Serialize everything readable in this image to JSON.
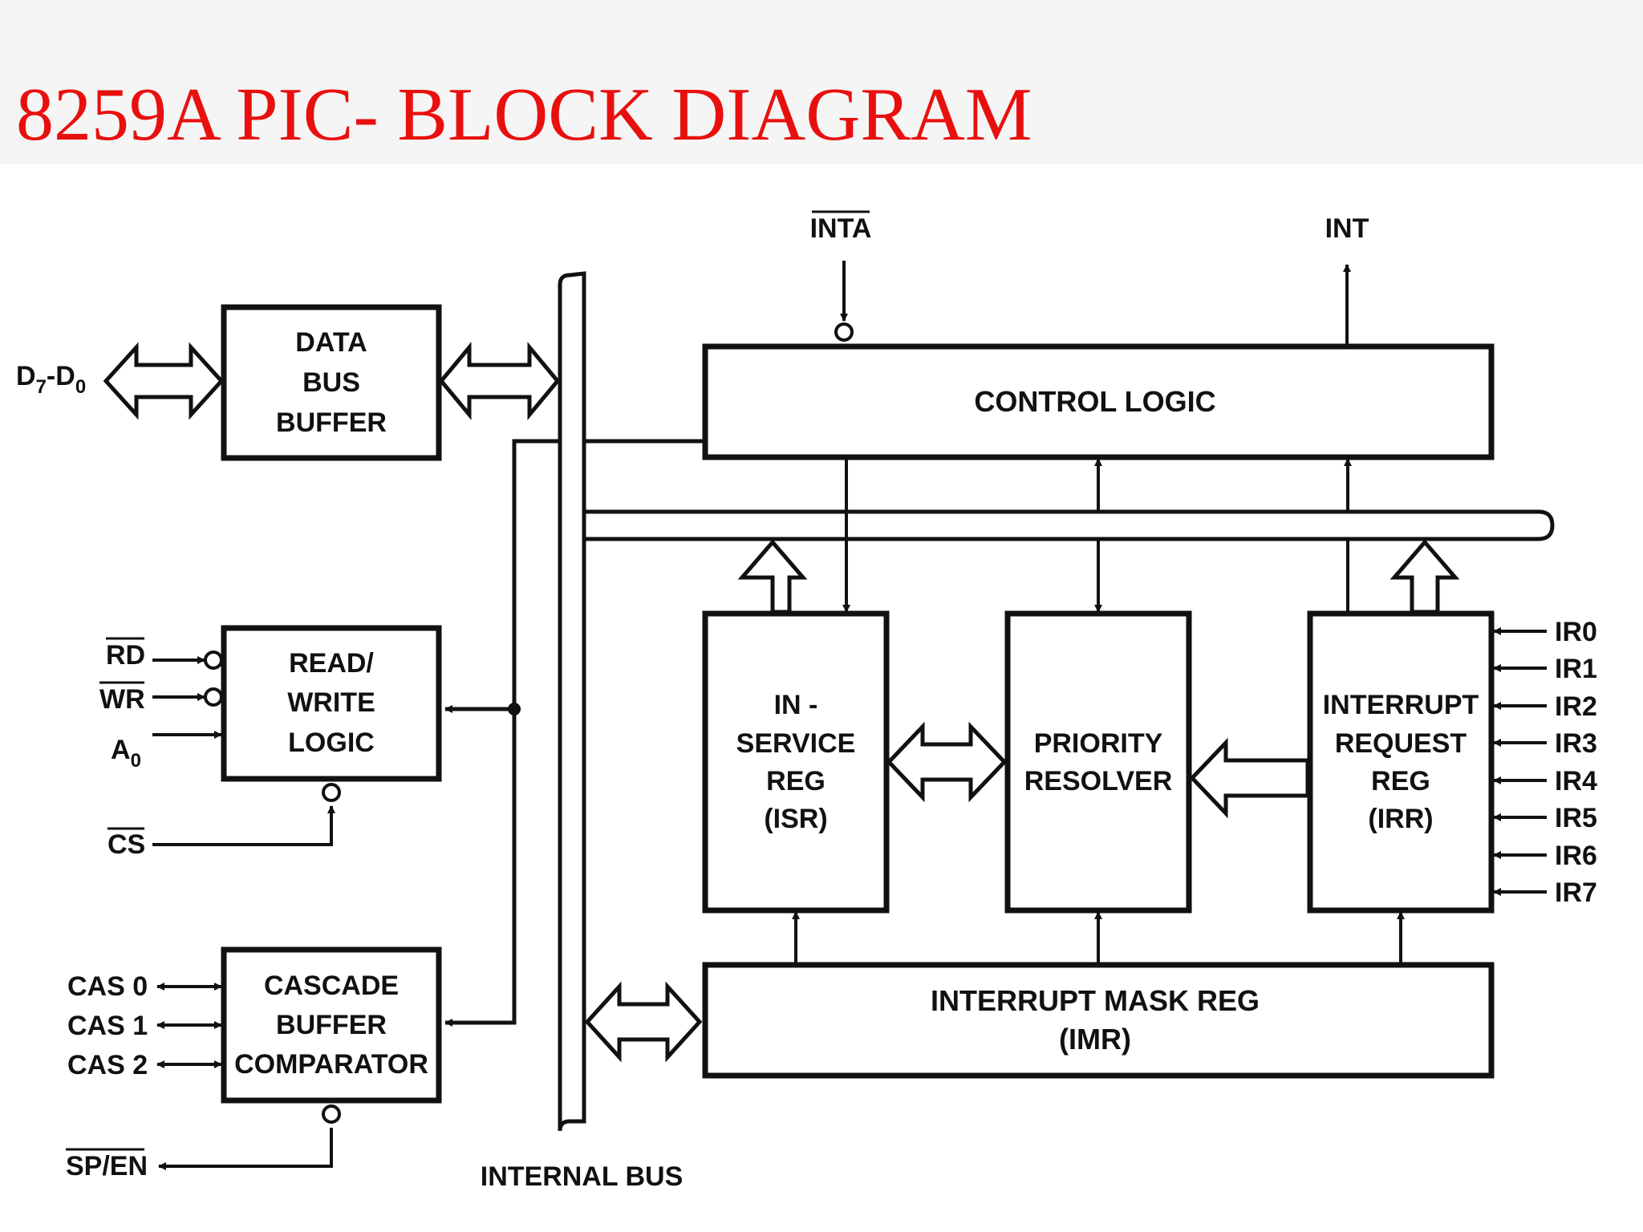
{
  "title": "8259A PIC- BLOCK DIAGRAM",
  "colors": {
    "title": "#e8100e",
    "ink": "#111111",
    "title_band": "#f5f5f5"
  },
  "blocks": {
    "data_bus_buffer": [
      "DATA",
      "BUS",
      "BUFFER"
    ],
    "read_write_logic": [
      "READ/",
      "WRITE",
      "LOGIC"
    ],
    "cascade_buffer_comparator": [
      "CASCADE",
      "BUFFER",
      "COMPARATOR"
    ],
    "control_logic": [
      "CONTROL LOGIC"
    ],
    "in_service_reg": [
      "IN -",
      "SERVICE",
      "REG",
      "(ISR)"
    ],
    "priority_resolver": [
      "PRIORITY",
      "RESOLVER"
    ],
    "interrupt_request_reg": [
      "INTERRUPT",
      "REQUEST",
      "REG",
      "(IRR)"
    ],
    "interrupt_mask_reg": [
      "INTERRUPT MASK REG",
      "(IMR)"
    ]
  },
  "signals": {
    "data_bus": {
      "base": "D",
      "sub1": "7",
      "mid": "-D",
      "sub2": "0"
    },
    "rd": "RD",
    "wr": "WR",
    "a0": {
      "base": "A",
      "sub": "0"
    },
    "cs": "CS",
    "cas": [
      "CAS 0",
      "CAS 1",
      "CAS 2"
    ],
    "sp_en": "SP/EN",
    "inta": "INTA",
    "int": "INT",
    "ir": [
      "IR0",
      "IR1",
      "IR2",
      "IR3",
      "IR4",
      "IR5",
      "IR6",
      "IR7"
    ]
  },
  "internal_bus_label": "INTERNAL BUS"
}
